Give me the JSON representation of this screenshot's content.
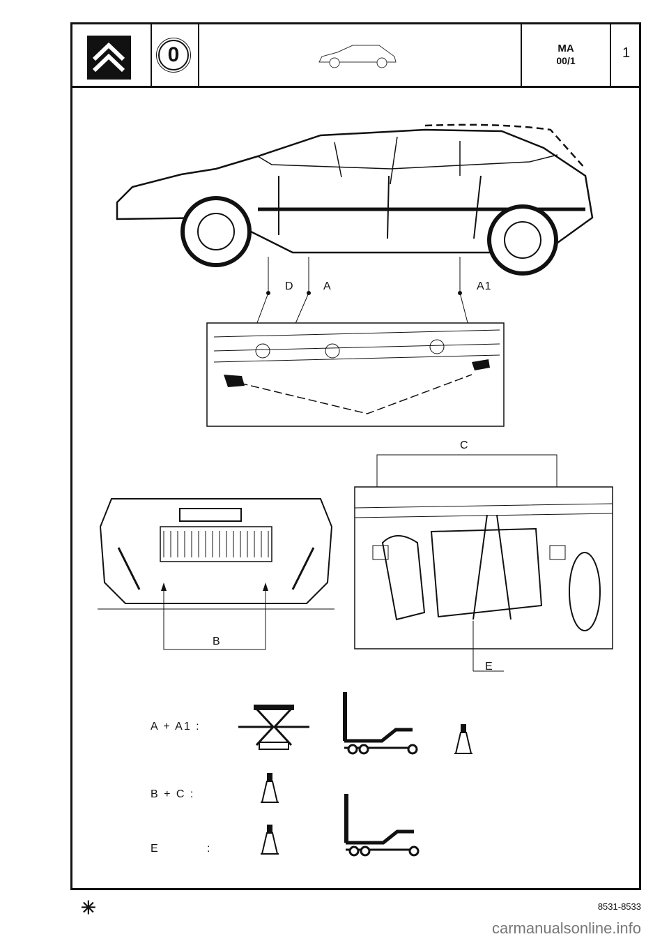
{
  "header": {
    "logo": "citroen-chevron-logo",
    "section_number": "0",
    "code_line1": "MA",
    "code_line2": "00/1",
    "page_number": "1"
  },
  "diagram_labels": {
    "d": "D",
    "a": "A",
    "a1": "A1",
    "c": "C",
    "b": "B",
    "e": "E"
  },
  "legend": {
    "row1": "A + A1 :",
    "row2": "B + C :",
    "row3_left": "E",
    "row3_colon": ":"
  },
  "footer": {
    "asterisk": "✳",
    "drawing_code": "8531-8533",
    "watermark": "carmanualsonline.info"
  }
}
